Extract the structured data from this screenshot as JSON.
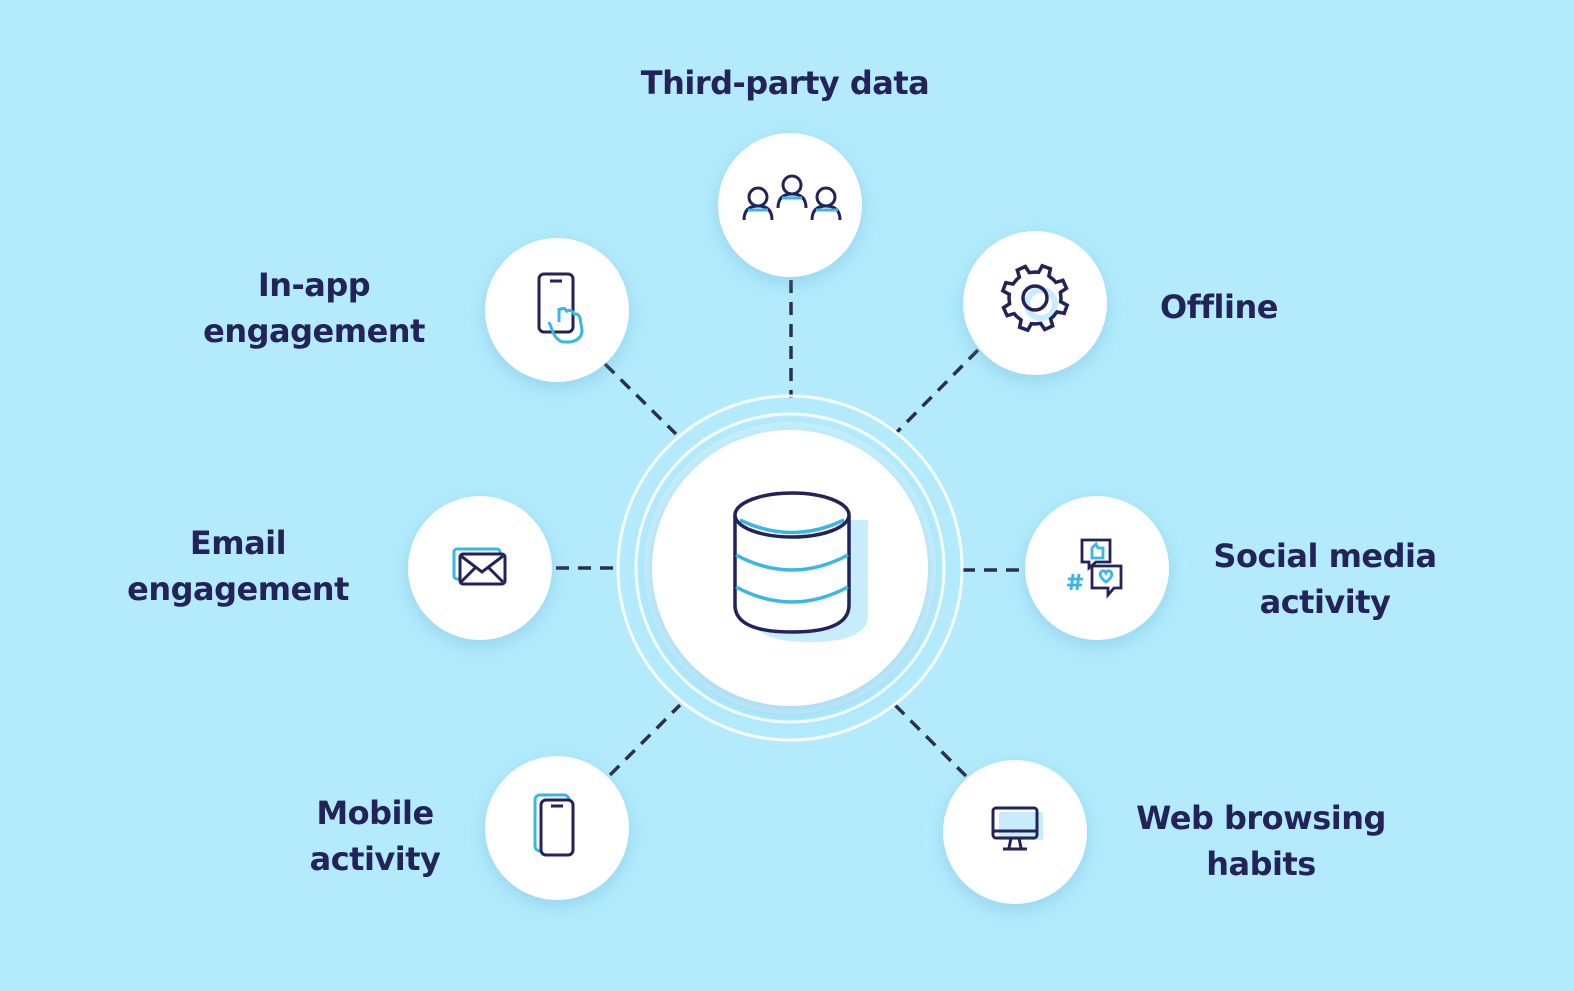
{
  "colors": {
    "background": "#b3ebfd",
    "node_fill": "#ffffff",
    "text": "#23235a",
    "icon_stroke": "#23235a",
    "icon_accent": "#38b6e6",
    "connector": "#2b2f4e",
    "ring": "#ffffff"
  },
  "center": {
    "icon": "database-icon"
  },
  "nodes": {
    "third_party": {
      "icon": "people-group-icon",
      "label_lines": [
        "Third-party data"
      ]
    },
    "in_app": {
      "icon": "phone-tap-icon",
      "label_lines": [
        "In-app",
        "engagement"
      ]
    },
    "offline": {
      "icon": "gear-icon",
      "label_lines": [
        "Offline"
      ]
    },
    "email": {
      "icon": "envelope-icon",
      "label_lines": [
        "Email",
        "engagement"
      ]
    },
    "social": {
      "icon": "chat-bubbles-icon",
      "label_lines": [
        "Social media",
        "activity"
      ]
    },
    "mobile": {
      "icon": "smartphone-icon",
      "label_lines": [
        "Mobile",
        "activity"
      ]
    },
    "web": {
      "icon": "monitor-icon",
      "label_lines": [
        "Web browsing",
        "habits"
      ]
    }
  }
}
